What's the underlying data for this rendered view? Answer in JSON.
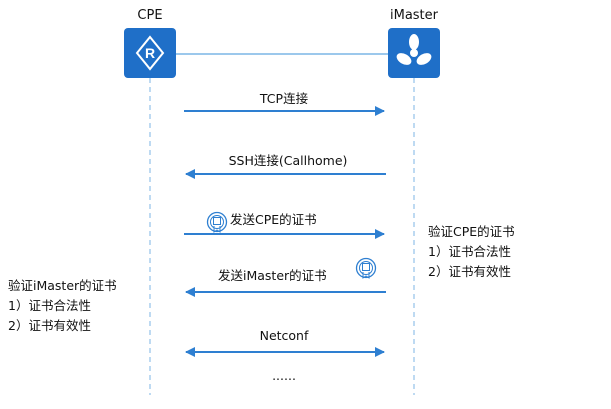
{
  "nodes": {
    "cpe": {
      "label": "CPE"
    },
    "imaster": {
      "label": "iMaster"
    }
  },
  "messages": {
    "tcp": "TCP连接",
    "ssh": "SSH连接(Callhome)",
    "send_cpe_cert": "发送CPE的证书",
    "send_imaster_cert": "发送iMaster的证书",
    "netconf": "Netconf",
    "ellipsis": "......"
  },
  "notes": {
    "imaster_side": {
      "title": "验证CPE的证书",
      "items": [
        "1）证书合法性",
        "2）证书有效性"
      ]
    },
    "cpe_side": {
      "title": "验证iMaster的证书",
      "items": [
        "1）证书合法性",
        "2）证书有效性"
      ]
    }
  },
  "colors": {
    "node_fill": "#1f6fc8",
    "lifeline": "#a8cdee",
    "arrow": "#2e7fd1",
    "connector": "#9cc8ec"
  },
  "icons": {
    "cpe": "router-icon",
    "imaster": "controller-icon",
    "certificate": "certificate-icon"
  }
}
